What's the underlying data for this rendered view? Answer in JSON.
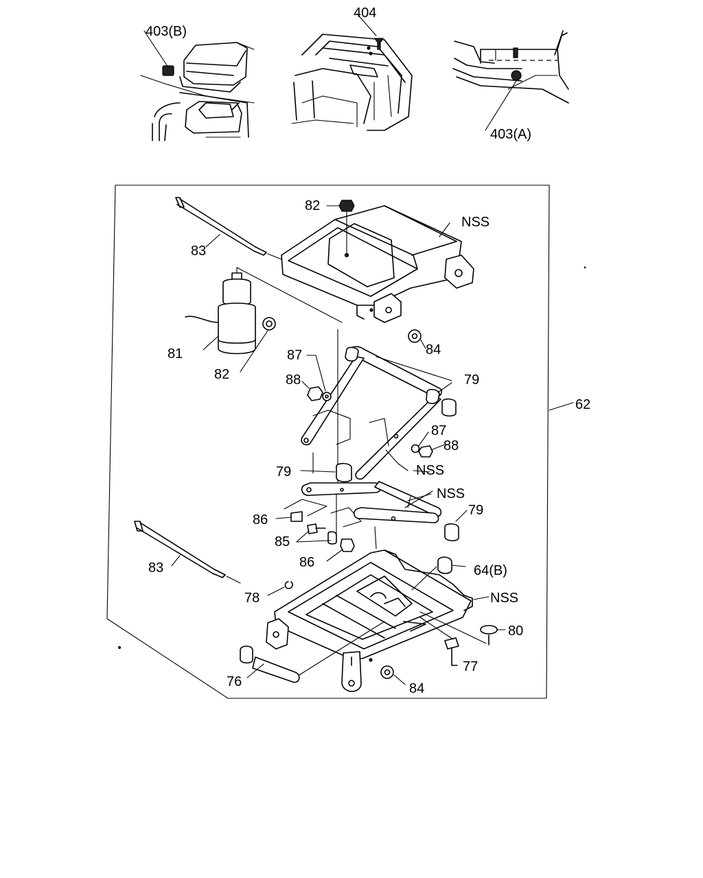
{
  "colors": {
    "ink": "#000000",
    "paper": "#ffffff"
  },
  "labels": {
    "p403b": "403(B)",
    "p404": "404",
    "p403a": "403(A)",
    "p82_top": "82",
    "nss_top": "NSS",
    "p83_top": "83",
    "p81": "81",
    "p82_mid": "82",
    "p84_top": "84",
    "p87_left": "87",
    "p88_left": "88",
    "p79_right_top": "79",
    "p62": "62",
    "p87_right": "87",
    "p88_right": "88",
    "p79_mid": "79",
    "nss_mid": "NSS",
    "nss_lower": "NSS",
    "p79_right_low": "79",
    "p86_top": "86",
    "p85": "85",
    "p86_bot": "86",
    "p83_bot": "83",
    "p64b": "64(B)",
    "p78": "78",
    "nss_bot": "NSS",
    "p80": "80",
    "p77": "77",
    "p76": "76",
    "p84_bot": "84"
  }
}
